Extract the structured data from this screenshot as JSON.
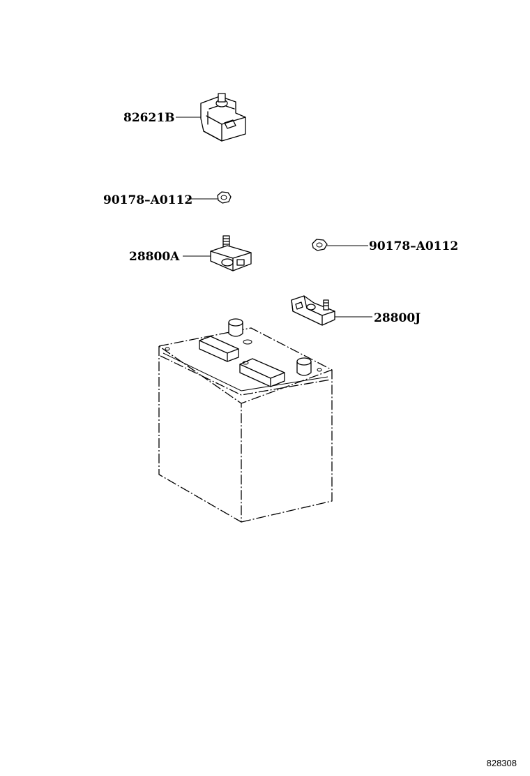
{
  "parts": [
    {
      "id": "82621B",
      "label": "82621B"
    },
    {
      "id": "90178-A0112-left",
      "label": "90178–A0112"
    },
    {
      "id": "28800A",
      "label": "28800A"
    },
    {
      "id": "90178-A0112-right",
      "label": "90178–A0112"
    },
    {
      "id": "28800J",
      "label": "28800J"
    }
  ],
  "diagram_code": "828308"
}
